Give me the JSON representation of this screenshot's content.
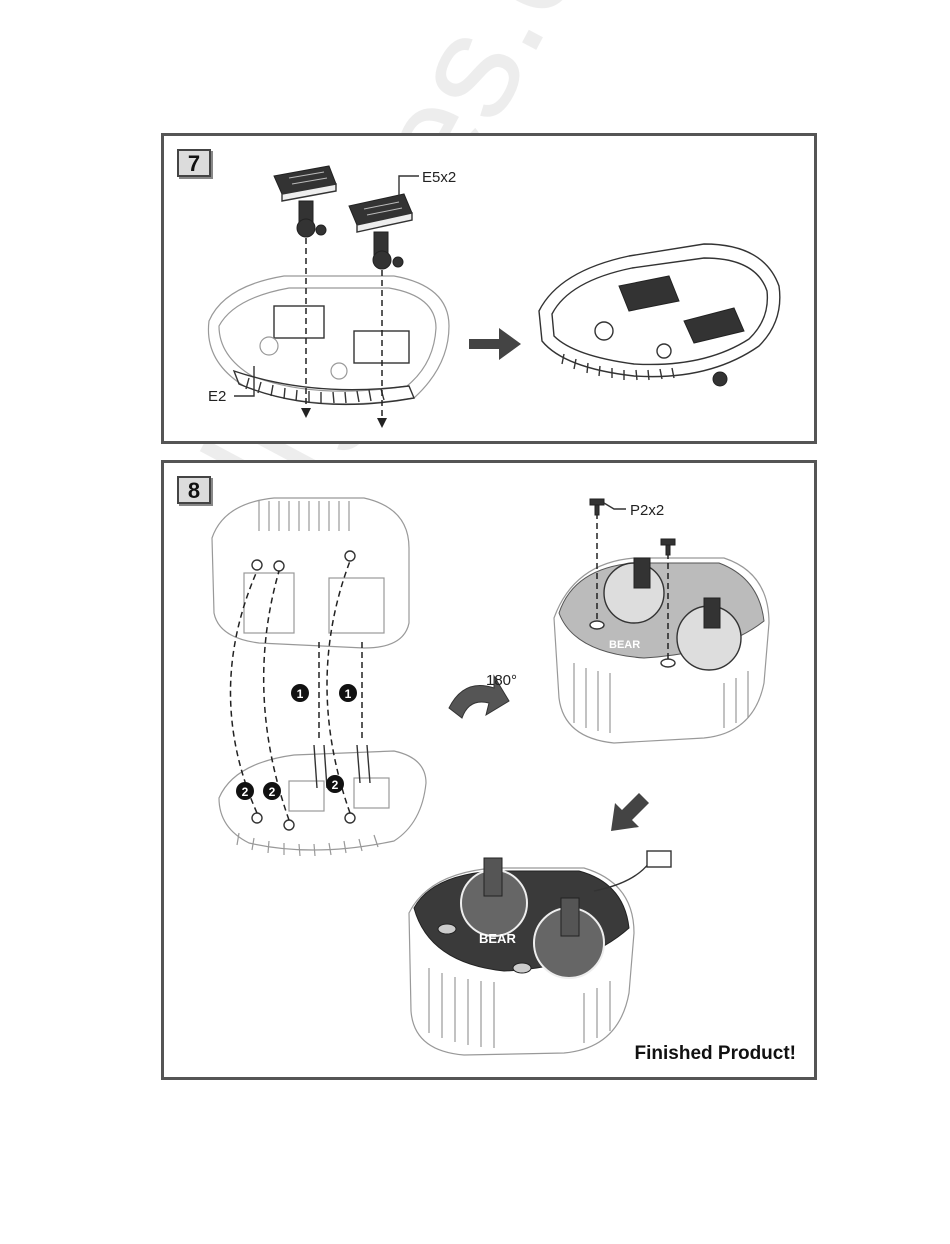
{
  "step7": {
    "number": "7",
    "label_part_top": "E5x2",
    "label_part_base": "E2"
  },
  "step8": {
    "number": "8",
    "label_screws": "P2x2",
    "rotation_label": "180°",
    "callout_1": "1",
    "callout_2": "2",
    "finished_label": "Finished Product!",
    "logo_text": "BEAR"
  },
  "watermark": "allguides.com",
  "colors": {
    "panel_border": "#555555",
    "ink": "#222222",
    "badge_fill": "#dcdcdc"
  }
}
